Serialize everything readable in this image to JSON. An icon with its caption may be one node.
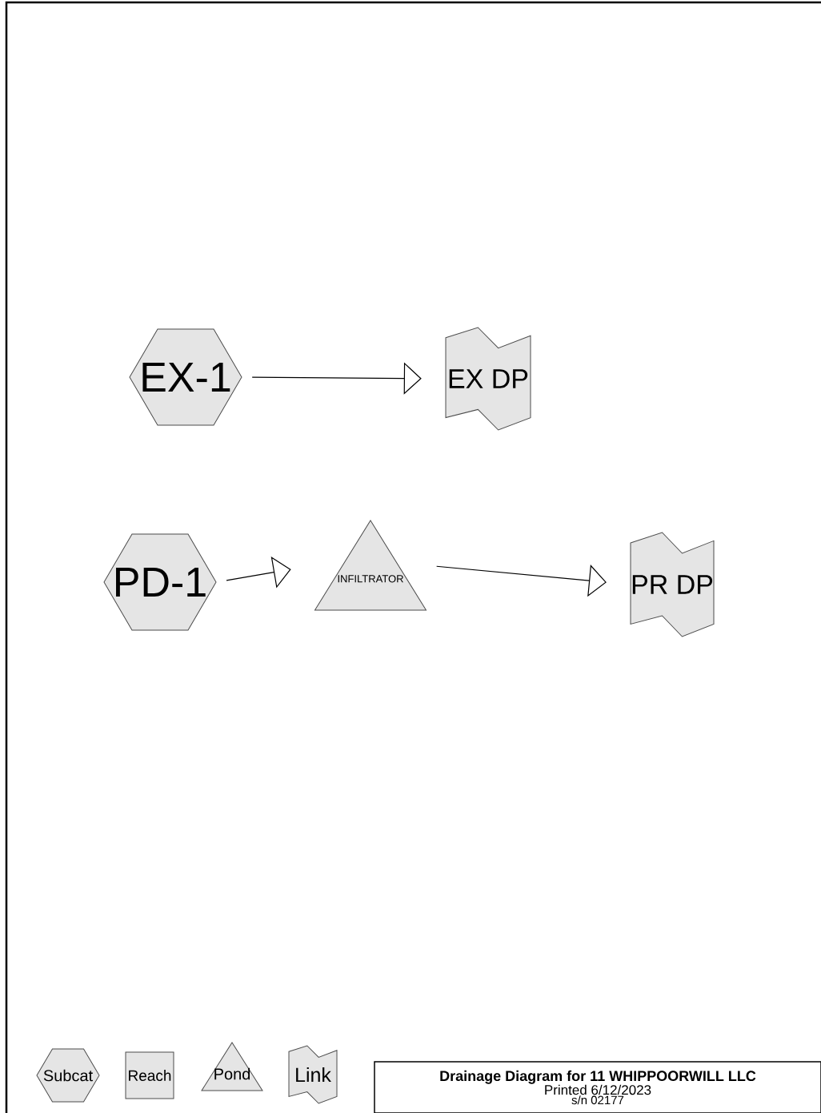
{
  "diagram": {
    "nodes": [
      {
        "text": [
          "EX-1"
        ]
      },
      {
        "text": [
          "EX DP"
        ]
      },
      {
        "text": [
          "PD-1"
        ]
      },
      {
        "text": [
          "INFILTRATOR"
        ]
      },
      {
        "text": [
          "PR DP"
        ]
      },
      {
        "text": [
          "Subcat"
        ]
      },
      {
        "text": [
          "Reach"
        ]
      },
      {
        "text": [
          "Pond"
        ]
      },
      {
        "text": [
          "Link"
        ]
      },
      {
        "text": [
          "Drainage Diagram for 11 WHIPPOORWILL LLC",
          "Printed 6/12/2023",
          "s/n 02177"
        ]
      }
    ],
    "edges": [
      {
        "from": 0,
        "to": 1,
        "arrow": "to"
      },
      {
        "from": 2,
        "to": 3,
        "arrow": "to"
      },
      {
        "from": 3,
        "to": 4,
        "arrow": "to"
      }
    ]
  }
}
